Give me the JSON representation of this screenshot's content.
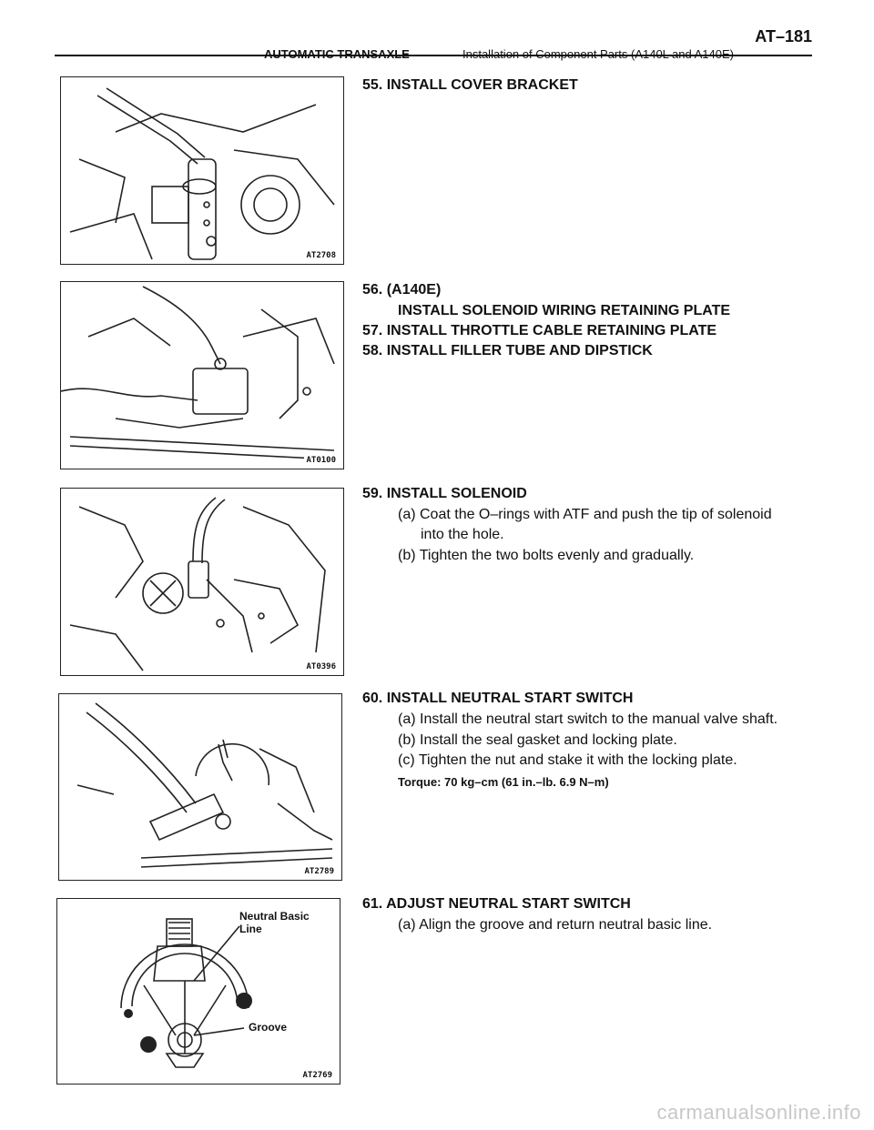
{
  "header": {
    "section": "AUTOMATIC TRANSAXLE",
    "separator": "–",
    "subtitle": "Installation of Component Parts (A140L and A140E)",
    "page": "AT–181"
  },
  "figures": [
    {
      "code": "AT2708"
    },
    {
      "code": "AT0100"
    },
    {
      "code": "AT0396"
    },
    {
      "code": "AT2789"
    },
    {
      "code": "AT2769",
      "callouts": {
        "line": "Neutral Basic\nLine",
        "groove": "Groove"
      }
    }
  ],
  "steps": {
    "s55": {
      "title": "55. INSTALL COVER BRACKET"
    },
    "s56": {
      "title": "56. (A140E)",
      "line2": "INSTALL SOLENOID WIRING RETAINING PLATE"
    },
    "s57": {
      "title": "57. INSTALL THROTTLE CABLE RETAINING PLATE"
    },
    "s58": {
      "title": "58. INSTALL FILLER TUBE AND DIPSTICK"
    },
    "s59": {
      "title": "59. INSTALL SOLENOID",
      "a": "(a) Coat the O–rings with ATF and push the tip of solenoid",
      "a_cont": "into the hole.",
      "b": "(b) Tighten the two bolts evenly and gradually."
    },
    "s60": {
      "title": "60. INSTALL NEUTRAL START SWITCH",
      "a": "(a) Install the neutral start switch to the manual valve shaft.",
      "b": "(b) Install the seal gasket and locking plate.",
      "c": "(c) Tighten the nut and stake it with the locking plate.",
      "torque": "Torque: 70 kg–cm (61 in.–lb. 6.9 N–m)"
    },
    "s61": {
      "title": "61. ADJUST NEUTRAL START SWITCH",
      "a": "(a) Align the groove and return neutral basic line."
    }
  },
  "watermark": "carmanualsonline.info"
}
